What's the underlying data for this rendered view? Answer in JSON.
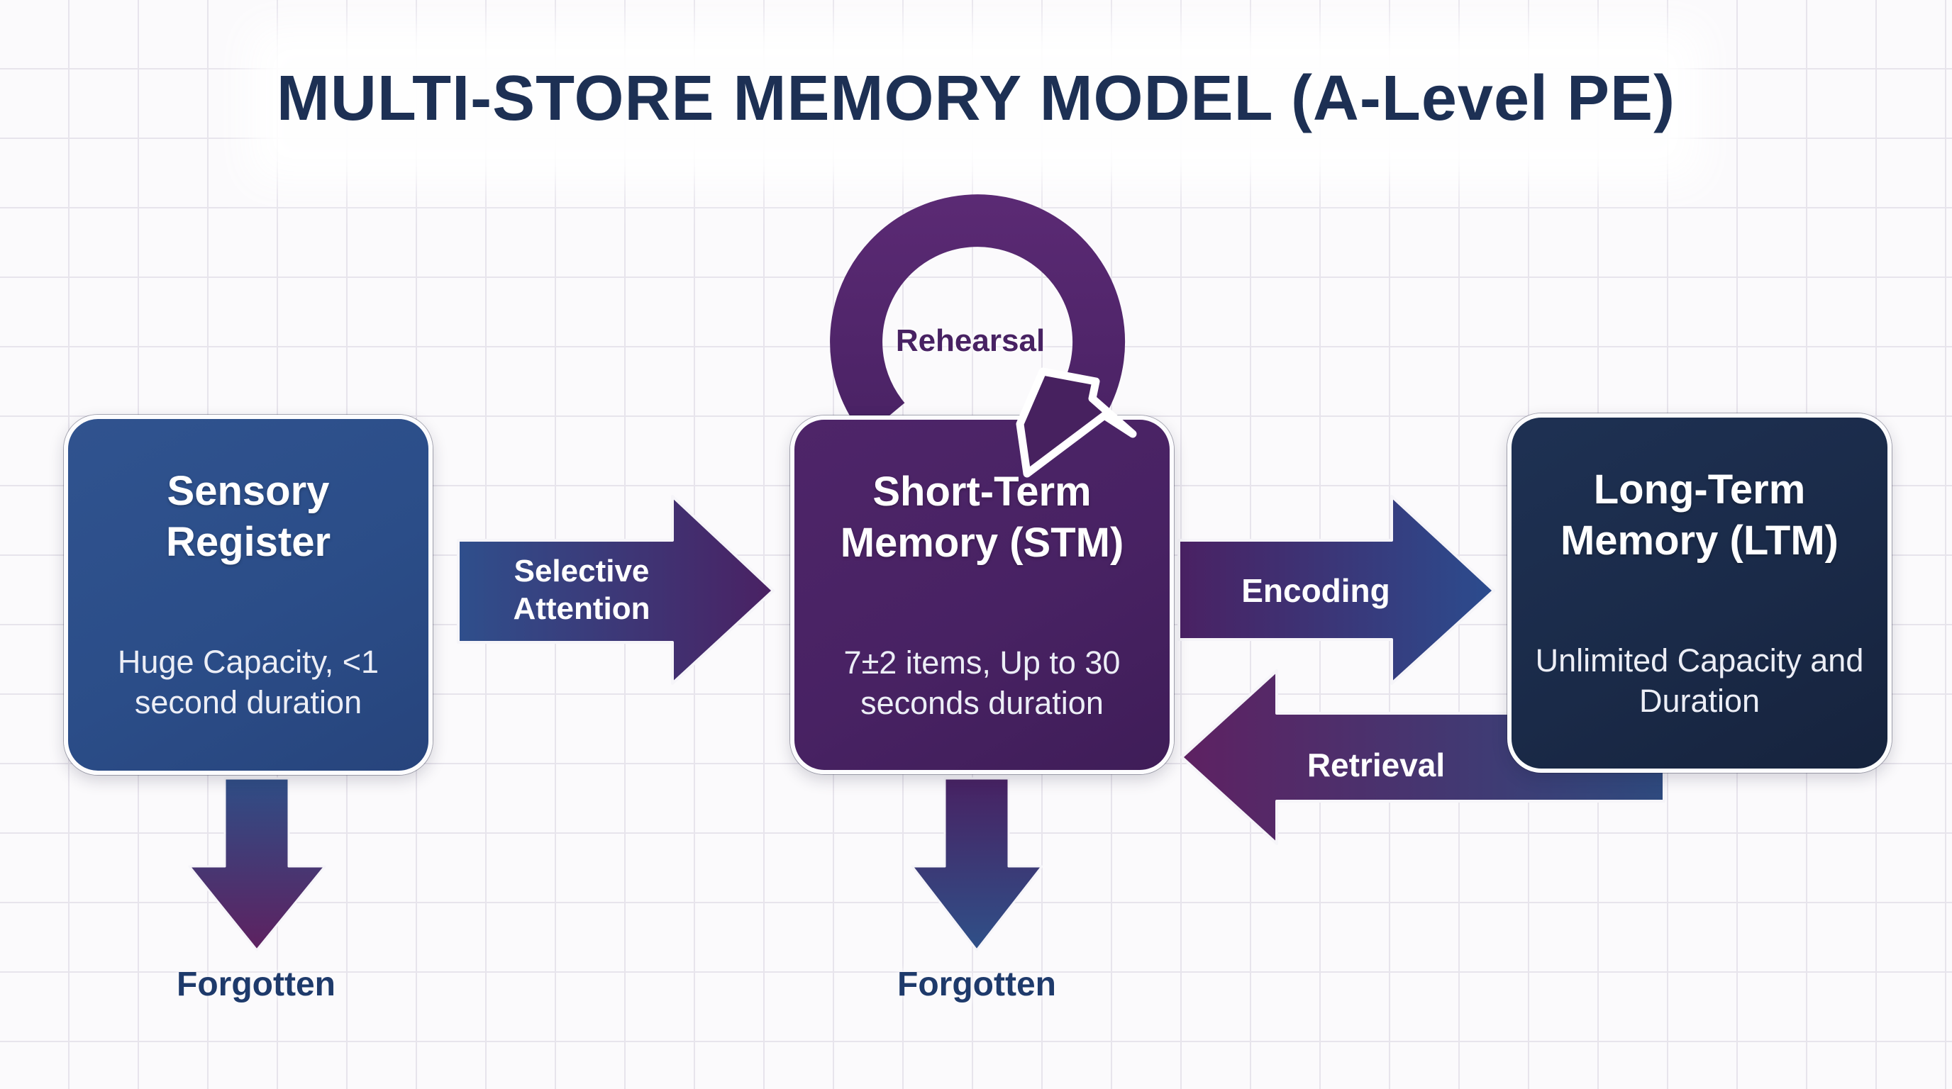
{
  "title": "MULTI-STORE MEMORY MODEL (A-Level PE)",
  "boxes": {
    "sensory_register": {
      "title": "Sensory Register",
      "subtitle": "Huge Capacity, <1 second duration"
    },
    "short_term_memory": {
      "title": "Short-Term Memory (STM)",
      "subtitle": "7±2 items, Up to 30 seconds duration"
    },
    "long_term_memory": {
      "title": "Long-Term Memory (LTM)",
      "subtitle": "Unlimited Capacity and Duration"
    }
  },
  "arrows": {
    "rehearsal": {
      "label": "Rehearsal"
    },
    "selective_attention": {
      "label": "Selective Attention"
    },
    "encoding": {
      "label": "Encoding"
    },
    "retrieval": {
      "label": "Retrieval"
    },
    "sensory_forgotten": {
      "label": "Forgotten"
    },
    "stm_forgotten": {
      "label": "Forgotten"
    }
  },
  "colors": {
    "background": "#fbfafc",
    "grid_line": "#e7e4ec",
    "title_text": "#1d3054",
    "sensory_box_fill": "#2b4d88",
    "stm_box_fill": "#482263",
    "ltm_box_fill": "#1a2a48",
    "rehearsal_loop": "#4f2468",
    "arrow_blue": "#2f4f8c",
    "arrow_purple": "#4a2163",
    "retrieval_blue": "#2e4a7e",
    "forgotten_text": "#1e3a6b"
  }
}
